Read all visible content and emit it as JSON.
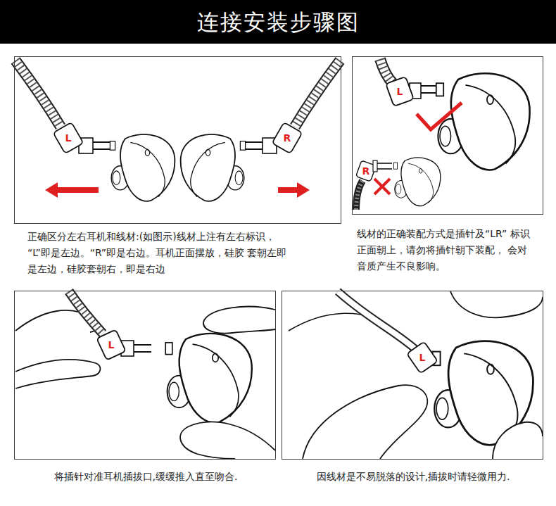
{
  "diagram": {
    "title": "连接安装步骤图",
    "nodes": [
      {
        "text": [
          "正确区分左右耳机和线材:(如图示)线材上注有左右标识， “L”即是左边。“R”即是右边。耳机正面摆放，硅胶 套朝左即是左边，硅胶套朝右，即是右边"
        ]
      },
      {
        "text": [
          "线材的正确装配方式是插针及“LR” 标识正面朝上，请勿将插针朝下装配， 会对音质产生不良影响。"
        ]
      },
      {
        "text": [
          "将插针对准耳机插拔口,缓缓推入直至吻合."
        ]
      },
      {
        "text": [
          "因线材是不易脱落的设计,插拔时请轻微用力."
        ]
      }
    ],
    "labels": [
      "L",
      "R",
      "L",
      "R",
      "L",
      "L"
    ]
  }
}
